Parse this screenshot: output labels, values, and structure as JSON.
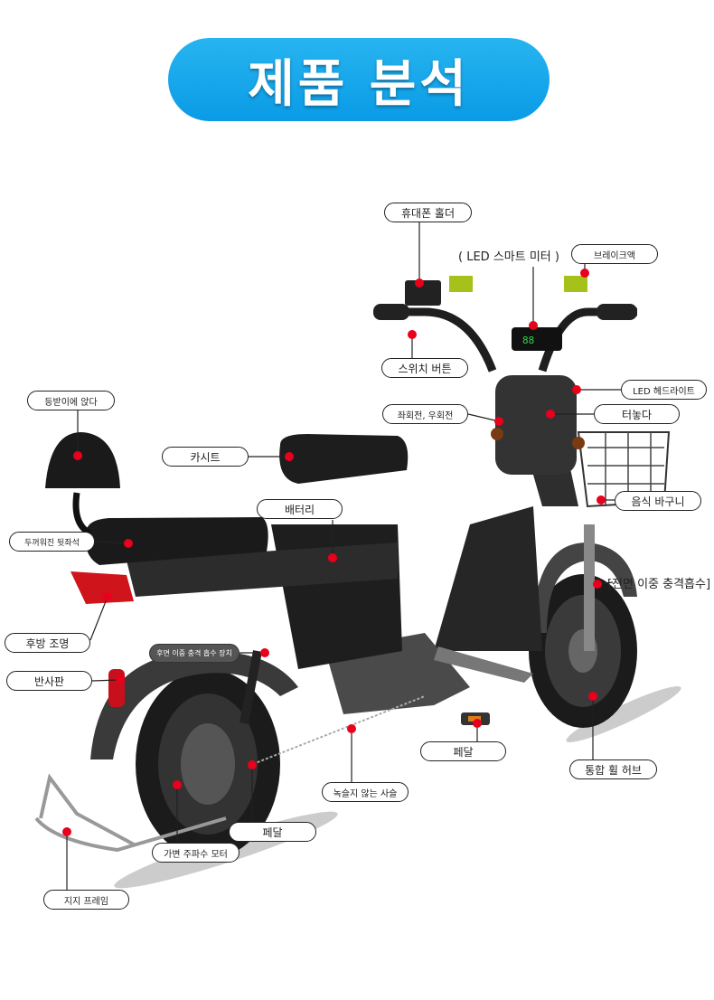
{
  "banner": {
    "title": "제품 분석",
    "color": "#12a7ec"
  },
  "labels": {
    "phone_holder": "휴대폰 홀더",
    "led_meter": "( LED 스마트 미터 )",
    "brake_fluid": "브레이크액",
    "switch_button": "스위치 버튼",
    "led_headlight": "LED 헤드라이트",
    "turn_signals": "좌회전, 우회전",
    "key_slot": "터놓다",
    "food_basket": "음식 바구니",
    "front_shock": "[전면 이중 충격흡수]",
    "backrest": "등받이에 앉다",
    "car_seat": "카시트",
    "battery": "배터리",
    "rear_seat": "두꺼워진 뒷좌석",
    "rear_light": "후방 조명",
    "rear_shock": "후면 이중 충격 흡수 장치",
    "reflector": "반사판",
    "front_pedal": "페달",
    "wheel_hub": "통합 휠 허브",
    "chain": "녹슬지 않는 사슬",
    "rear_pedal": "페달",
    "motor": "가변 주파수 모터",
    "support_frame": "지지 프레임"
  },
  "colors": {
    "marker": "#e8001c",
    "body": "#2a2a2a"
  }
}
